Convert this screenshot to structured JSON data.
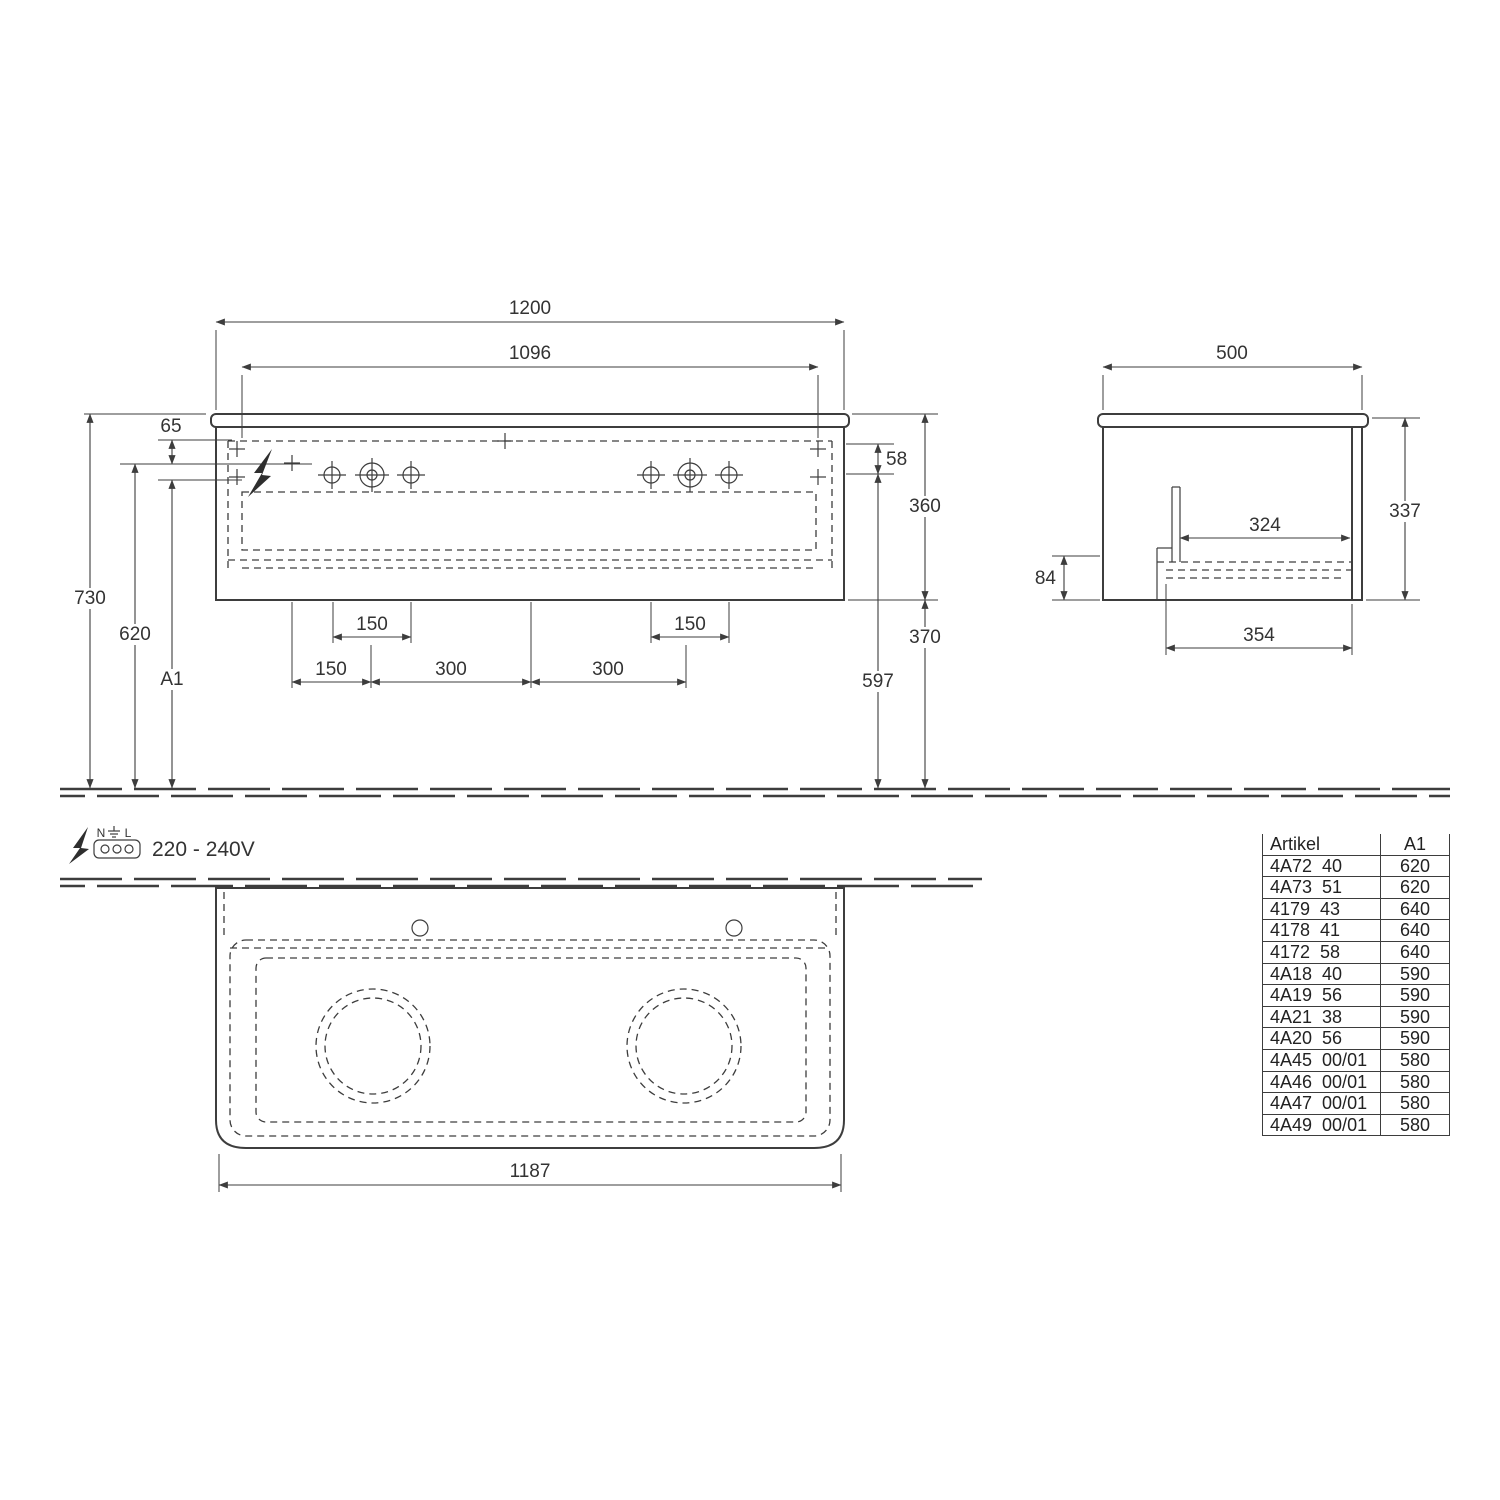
{
  "front_view": {
    "width_total": "1200",
    "width_inner": "1096",
    "offset_top": "65",
    "offset_hole": "58",
    "height_body": "360",
    "height_total": "730",
    "height_outlet": "620",
    "height_variable": "A1",
    "hole_spacing_left": "150",
    "hole_spacing_right": "150",
    "outlet_offset": "150",
    "basin_spacing_left": "300",
    "basin_spacing_right": "300",
    "clearance_below": "370",
    "height_siphon": "597"
  },
  "side_view": {
    "depth_total": "500",
    "height_body": "337",
    "depth_inner": "324",
    "height_gap": "84",
    "depth_drawer": "354"
  },
  "plan_view": {
    "width_bottom": "1187"
  },
  "electrical": {
    "label_n": "N",
    "label_l": "L",
    "voltage": "220 - 240V"
  },
  "table": {
    "headers": [
      "Artikel",
      "A1"
    ],
    "rows": [
      [
        "4A72  40",
        "620"
      ],
      [
        "4A73  51",
        "620"
      ],
      [
        "4179  43",
        "640"
      ],
      [
        "4178  41",
        "640"
      ],
      [
        "4172  58",
        "640"
      ],
      [
        "4A18  40",
        "590"
      ],
      [
        "4A19  56",
        "590"
      ],
      [
        "4A21  38",
        "590"
      ],
      [
        "4A20  56",
        "590"
      ],
      [
        "4A45  00/01",
        "580"
      ],
      [
        "4A46  00/01",
        "580"
      ],
      [
        "4A47  00/01",
        "580"
      ],
      [
        "4A49  00/01",
        "580"
      ]
    ]
  }
}
